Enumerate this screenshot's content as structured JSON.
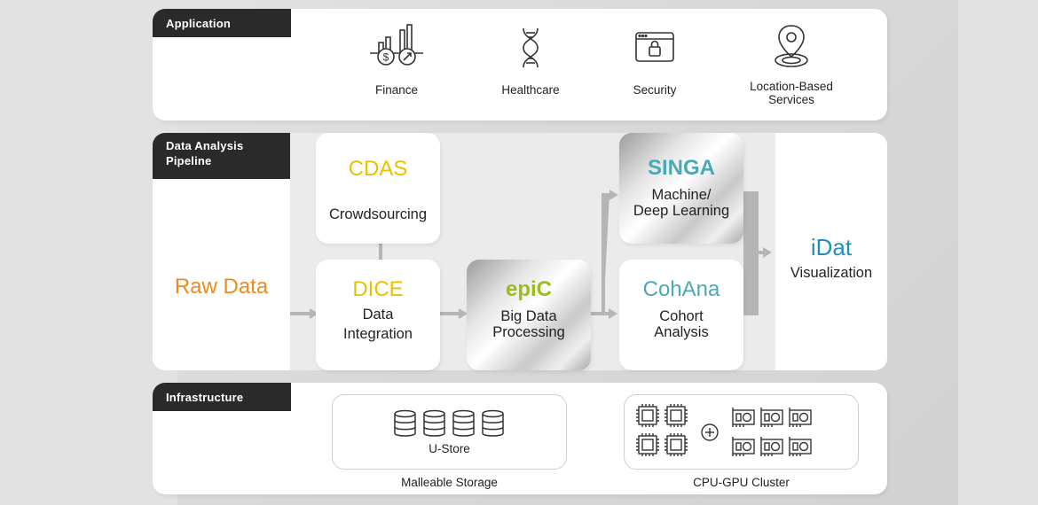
{
  "application": {
    "tag": "Application",
    "items": [
      {
        "label": "Finance",
        "icon": "finance-chart-icon"
      },
      {
        "label": "Healthcare",
        "icon": "dna-icon"
      },
      {
        "label": "Security",
        "icon": "browser-lock-icon"
      },
      {
        "label_line1": "Location-Based",
        "label_line2": "Services",
        "icon": "location-pin-icon"
      }
    ]
  },
  "pipeline": {
    "tag_line1": "Data Analysis",
    "tag_line2": "Pipeline",
    "raw_data": "Raw Data",
    "nodes": {
      "cdas": {
        "title": "CDAS",
        "sub": "Crowdsourcing",
        "color": "#e8c100"
      },
      "dice": {
        "title": "DICE",
        "sub1": "Data",
        "sub2": "Integration",
        "color": "#e8c100"
      },
      "epic": {
        "title": "epiC",
        "sub1": "Big Data",
        "sub2": "Processing",
        "color": "#9bbd1a"
      },
      "singa": {
        "title": "SINGA",
        "sub1": "Machine/",
        "sub2": "Deep Learning",
        "color": "#4aa9b4"
      },
      "cohana": {
        "title": "CohAna",
        "sub1": "Cohort",
        "sub2": "Analysis",
        "color": "#4aa9b4"
      },
      "idat": {
        "title": "iDat",
        "sub": "Visualization",
        "color": "#1e8fbf"
      }
    },
    "raw_color": "#ee8a1c"
  },
  "infrastructure": {
    "tag": "Infrastructure",
    "storage": {
      "label": "U-Store",
      "caption": "Malleable Storage",
      "icon": "database-icon"
    },
    "cluster": {
      "caption": "CPU-GPU Cluster",
      "icons": [
        "cpu-chip-icon",
        "gpu-card-icon",
        "plus-circle-icon"
      ]
    }
  }
}
